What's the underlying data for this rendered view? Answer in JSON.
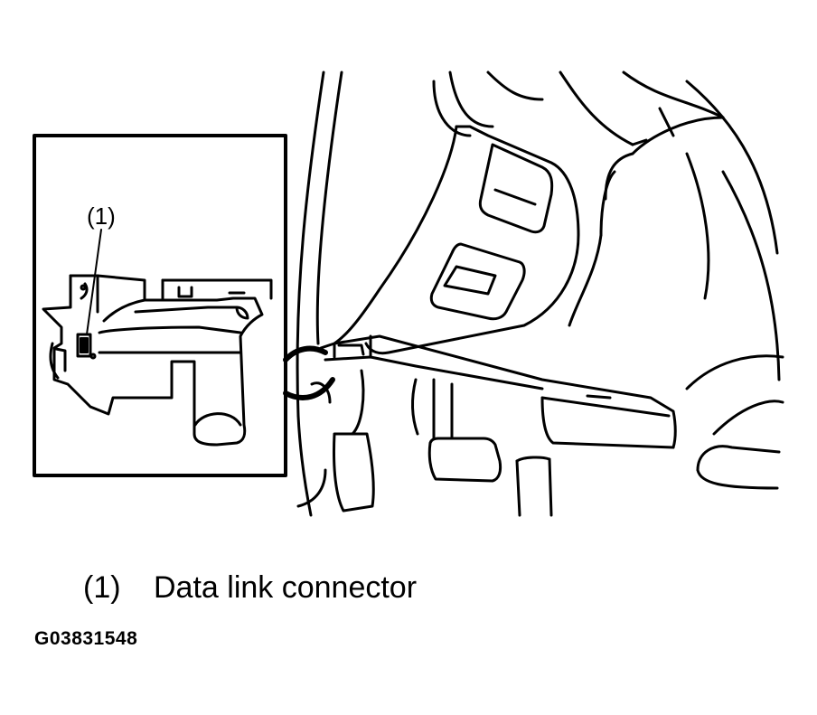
{
  "callout": {
    "number": "(1)"
  },
  "legend": [
    {
      "number": "(1)",
      "label": "Data link connector"
    }
  ],
  "figure_id": "G03831548"
}
